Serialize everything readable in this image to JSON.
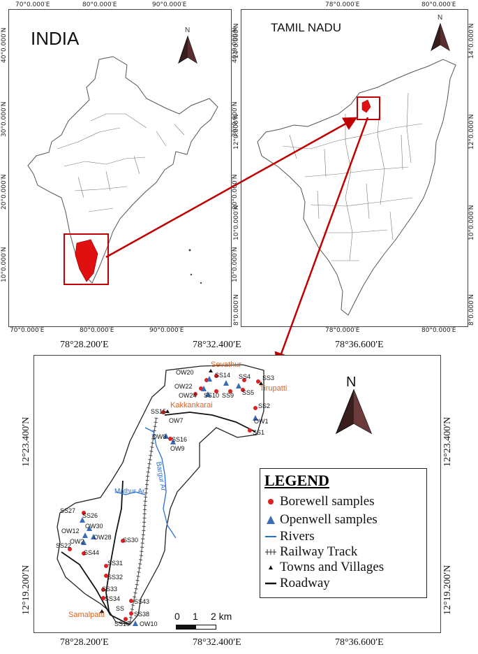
{
  "india_panel": {
    "title": "INDIA",
    "top_ticks": [
      "70°0.000′E",
      "80°0.000′E",
      "90°0.000′E"
    ],
    "bottom_ticks": [
      "70°0.000′E",
      "80°0.000′E",
      "90°0.000′E"
    ],
    "left_ticks": [
      "40°0.000′N",
      "30°0.000′N",
      "20°0.000′N",
      "10°0.000′N"
    ],
    "right_ticks": [
      "40°0.000′N",
      "30°0.000′N",
      "20°0.000′N",
      "10°0.000′N"
    ],
    "north_label": "N"
  },
  "tn_panel": {
    "title": "TAMIL NADU",
    "top_ticks": [
      "78°0.000′E",
      "80°0.000′E"
    ],
    "bottom_ticks": [
      "78°0.000′E",
      "80°0.000′E"
    ],
    "left_ticks": [
      "14°0.000′N",
      "12°0.000′N",
      "10°0.000′N",
      "8°0.000′N"
    ],
    "right_ticks": [
      "14°0.000′N",
      "12°0.000′N",
      "10°0.000′N",
      "8°0.000′N"
    ],
    "north_label": "N"
  },
  "study_panel": {
    "top_ticks": [
      "78°28.200′E",
      "78°32.400′E",
      "78°36.600′E"
    ],
    "bottom_ticks": [
      "78°28.200′E",
      "78°32.400′E",
      "78°36.600′E"
    ],
    "left_ticks": [
      "12°23.400′N",
      "12°19.200′N"
    ],
    "right_ticks": [
      "12°23.400′N",
      "12°19.200′N"
    ],
    "north_label": "N",
    "scale_labels": [
      "0",
      "1",
      "2 km"
    ],
    "towns": [
      "Sevathur",
      "Tirupatti",
      "Kakkankarai",
      "Samalpatti"
    ],
    "rivers": [
      "Mathur Ar",
      "Bargur Ar"
    ],
    "samples": [
      "OW20",
      "SS14",
      "SS4",
      "SS3",
      "OW22",
      "SS10",
      "SS9",
      "SS5",
      "OW24",
      "SS2",
      "SS15",
      "OW7",
      "OW1",
      "SS1",
      "OW8",
      "SS16",
      "OW9",
      "SS27",
      "SS26",
      "OW30",
      "OW12",
      "OW28",
      "OW2",
      "SS22",
      "SS44",
      "SS30",
      "SS31",
      "SS32",
      "SS33",
      "SS34",
      "SS43",
      "SS38",
      "SS19",
      "OW10",
      "SS"
    ]
  },
  "legend": {
    "title": "LEGEND",
    "items": [
      "Borewell samples",
      "Openwell samples",
      "Rivers",
      "Railway Track",
      "Towns and Villages",
      "Roadway"
    ]
  },
  "colors": {
    "highlight": "#c00000",
    "sample_red": "#e02020",
    "openwell_blue": "#3a6db5",
    "river": "#2b6fd6",
    "town_text": "#e0621e"
  }
}
